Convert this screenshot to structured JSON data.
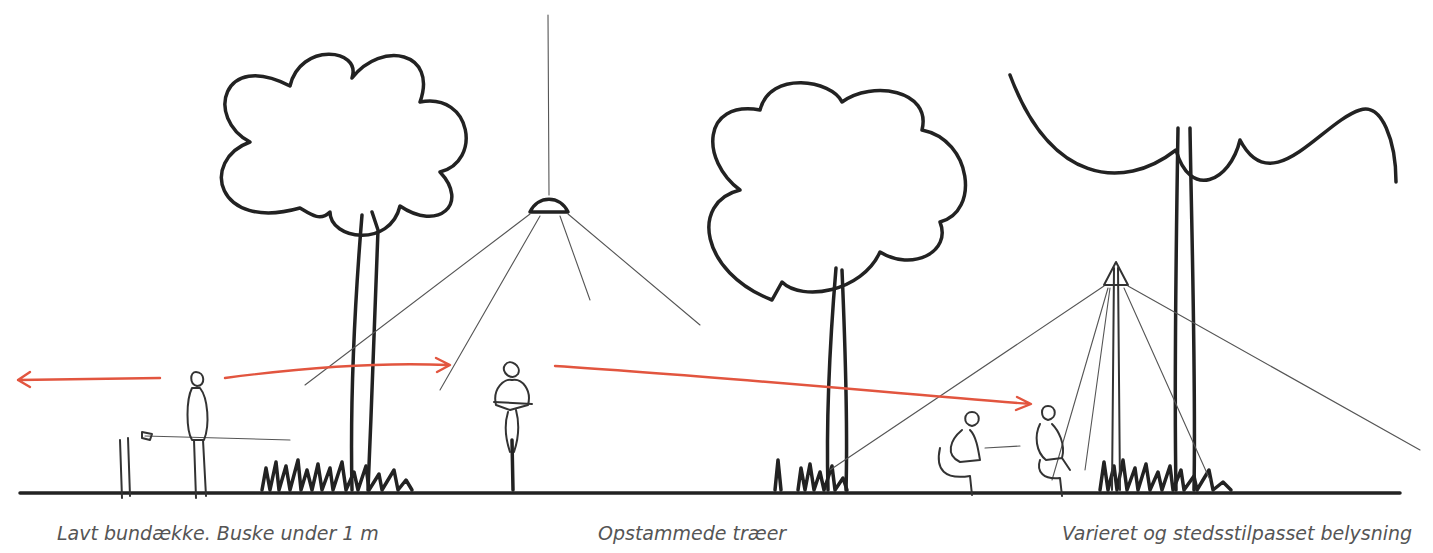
{
  "diagram": {
    "labels": [
      "Lavt bundække. Buske under 1 m",
      "Opstammede træer",
      "Varieret og stedsstilpasset belysning"
    ]
  }
}
